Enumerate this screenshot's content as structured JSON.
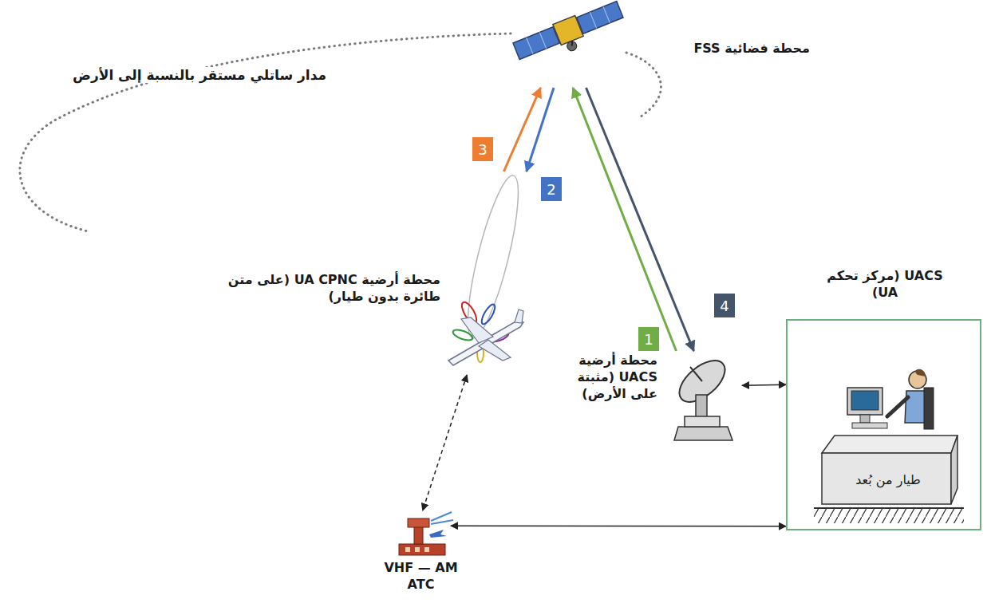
{
  "diagram": {
    "nodes": [
      {
        "text": [
          "محطة فضائية FSS"
        ]
      },
      {
        "text": [
          "محطة أرضية UA CPNC (على متن طائرة بدون طيار)"
        ]
      },
      {
        "text": [
          "UACS (مركز تحكم UA)"
        ]
      },
      {
        "text": [
          "طيار من بُعد"
        ],
        "in": 2
      },
      {
        "text": [
          "محطة أرضية UACS (مثبتة على الأرض)"
        ]
      },
      {
        "text": [
          "VHF — AM ATC"
        ]
      }
    ],
    "edges": [
      {
        "from": 4,
        "to": 0,
        "arrow": "to",
        "label": "1"
      },
      {
        "from": 0,
        "to": 4,
        "arrow": "to",
        "label": "4"
      },
      {
        "from": 1,
        "to": 0,
        "arrow": "to",
        "label": "3"
      },
      {
        "from": 0,
        "to": 1,
        "arrow": "to",
        "label": "2"
      },
      {
        "from": 1,
        "to": 5,
        "arrow": "both"
      },
      {
        "from": 5,
        "to": 2,
        "arrow": "both"
      },
      {
        "from": 4,
        "to": 2,
        "arrow": "both"
      }
    ],
    "labels": [
      "مدار ساتلي مستقر بالنسبة إلى الأرض"
    ]
  }
}
